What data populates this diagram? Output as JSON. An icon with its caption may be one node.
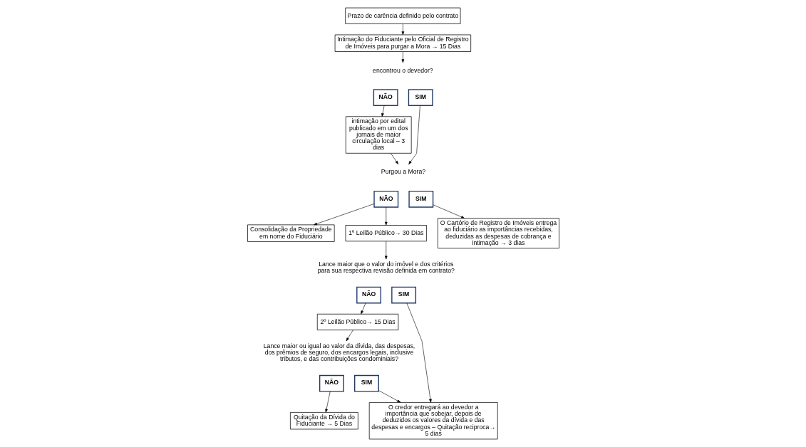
{
  "diagram": {
    "nodes": [
      {
        "text": [
          "Intimação do Fiduciante pelo Oficial de Registro de Imóveis para purgar a Mora → 15 Dias"
        ]
      },
      {
        "text": [
          "Prazo de carência definido pelo contrato"
        ]
      },
      {
        "text": [
          "encontrou o devedor?"
        ]
      },
      {
        "text": [
          "NÃO"
        ]
      },
      {
        "text": [
          "SIM"
        ]
      },
      {
        "text": [
          "intimação por edital publicado em um dos jornais de maior circulação local – 3 dias"
        ]
      },
      {
        "text": [
          "Purgou a Mora?"
        ]
      },
      {
        "text": [
          "Consolidação da Propriedade em nome do Fiduciário"
        ]
      },
      {
        "text": [
          "NÃO"
        ]
      },
      {
        "text": [
          "SIM"
        ]
      },
      {
        "text": [
          "O Cartório de Registro de Imóveis entrega ao fiduciário as importâncias recebidas, deduzidas as despesas de cobrança e intimação → 3 dias"
        ]
      },
      {
        "text": [
          "1º Leilão Público→ 30 Dias"
        ]
      },
      {
        "text": [
          "Lance maior que o valor do imóvel e dos critérios para sua respectiva revisão definida em contrato?"
        ]
      },
      {
        "text": [
          "2º Leilão Público→ 15 Dias"
        ]
      },
      {
        "text": [
          "NÃO"
        ]
      },
      {
        "text": [
          "SIM"
        ]
      },
      {
        "text": [
          "O credor entregará ao devedor a importância que sobejar, depois de deduzidos os valores da dívida e das despesas e encargos – Quitação reciproca→ 5 dias"
        ]
      },
      {
        "text": [
          "Lance maior ou igual ao valor da dívida, das despesas, dos prêmios de seguro, dos encargos legais, inclusive tributos, e das contribuições condominiais?"
        ]
      },
      {
        "text": [
          "NÃO"
        ]
      },
      {
        "text": [
          "SIM"
        ]
      },
      {
        "text": [
          "Quitação da Dívida do Fiduciante → 5 Dias"
        ]
      }
    ],
    "edges": [
      {
        "from": 1,
        "to": 0,
        "arrow": "to"
      },
      {
        "from": 0,
        "to": 2,
        "arrow": "to"
      },
      {
        "from": 3,
        "to": 5,
        "arrow": "to"
      },
      {
        "from": 4,
        "to": 6,
        "arrow": "to"
      },
      {
        "from": 5,
        "to": 6,
        "arrow": "to"
      },
      {
        "from": 8,
        "to": 7,
        "arrow": "to"
      },
      {
        "from": 8,
        "to": 11,
        "arrow": "to"
      },
      {
        "from": 9,
        "to": 10,
        "arrow": "to"
      },
      {
        "from": 11,
        "to": 12,
        "arrow": "to"
      },
      {
        "from": 14,
        "to": 13,
        "arrow": "to"
      },
      {
        "from": 15,
        "to": 16,
        "arrow": "to"
      },
      {
        "from": 13,
        "to": 17,
        "arrow": "to"
      },
      {
        "from": 18,
        "to": 20,
        "arrow": "to"
      },
      {
        "from": 19,
        "to": 16,
        "arrow": "to"
      }
    ]
  }
}
